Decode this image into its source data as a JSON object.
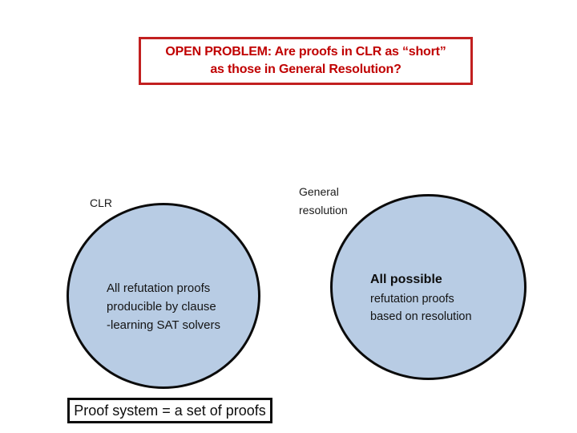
{
  "title": {
    "lines": [
      "OPEN PROBLEM: Are proofs in CLR as “short”",
      "as those in General Resolution?"
    ]
  },
  "left_circle": {
    "label": "CLR",
    "lines": [
      "All refutation proofs",
      "producible by clause",
      "-learning SAT solvers"
    ]
  },
  "right_circle": {
    "label_lines": [
      "General",
      "resolution"
    ],
    "heading": "All possible",
    "lines": [
      "refutation proofs",
      "based on resolution"
    ]
  },
  "footer_box": {
    "text": "Proof system = a set of proofs"
  },
  "colors": {
    "accent_red": "#c00000",
    "border_red": "#c22020",
    "circle_fill": "#b8cce4",
    "circle_border": "#0b0b0b"
  }
}
